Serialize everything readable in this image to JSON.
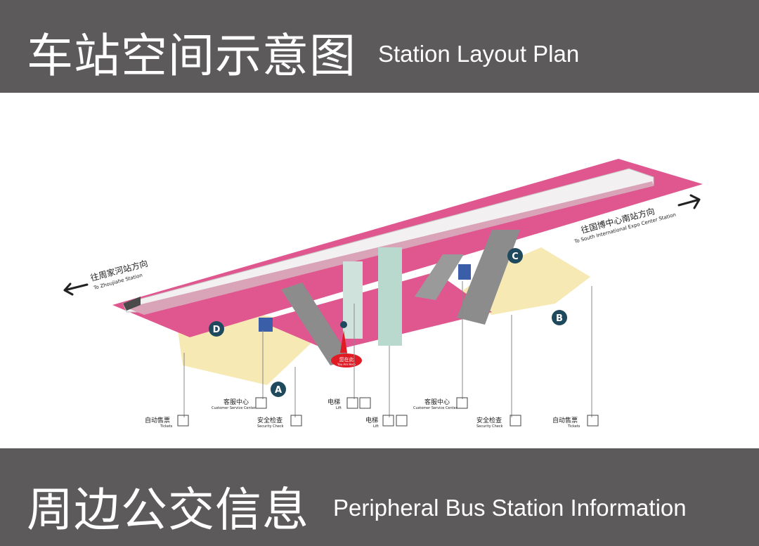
{
  "header": {
    "title_zh": "车站空间示意图",
    "title_en": "Station Layout Plan"
  },
  "footer": {
    "title_zh": "周边公交信息",
    "title_en": "Peripheral Bus Station Information"
  },
  "directions": {
    "left_zh": "往周家河站方向",
    "left_en": "To Zhoujiahe Station",
    "right_zh": "往国博中心南站方向",
    "right_en": "To South International Expo Center Station"
  },
  "exits": [
    "A",
    "B",
    "C",
    "D"
  ],
  "you_are_here": {
    "zh": "您在此",
    "en": "You Are Here"
  },
  "facilities": {
    "tickets_left": {
      "zh": "自动售票",
      "en": "Tickets"
    },
    "customer_left": {
      "zh": "客服中心",
      "en": "Customer Service Center"
    },
    "security_left": {
      "zh": "安全检查",
      "en": "Security Check"
    },
    "lift_left": {
      "zh": "电梯",
      "en": "Lift"
    },
    "lift_right": {
      "zh": "电梯",
      "en": "Lift"
    },
    "customer_right": {
      "zh": "客服中心",
      "en": "Customer Service Center"
    },
    "security_right": {
      "zh": "安全检查",
      "en": "Security Check"
    },
    "tickets_right": {
      "zh": "自动售票",
      "en": "Tickets"
    }
  },
  "colors": {
    "band": "#5c5a5b",
    "platform": "#e0578f",
    "concourse": "#f7e9b4",
    "exit_badge": "#1f4a5e",
    "you_are_here": "#e01b24"
  }
}
